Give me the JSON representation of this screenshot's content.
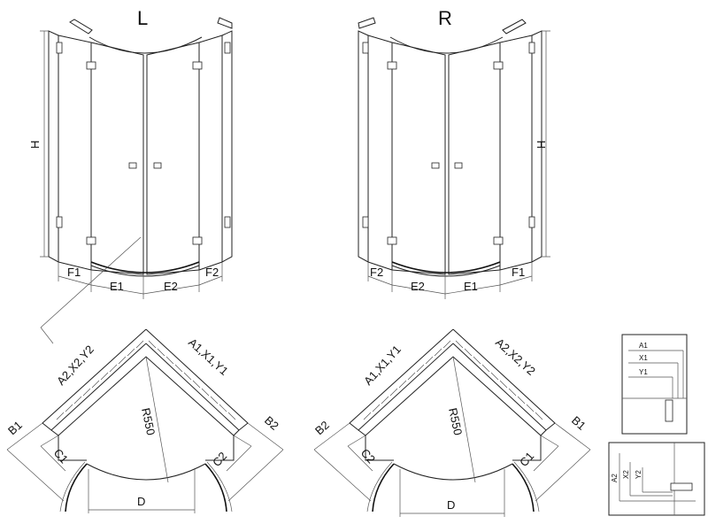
{
  "views": {
    "left": {
      "title": "L",
      "height_label": "H",
      "bottom_labels": [
        "F1",
        "E1",
        "E2",
        "F2"
      ],
      "plan": {
        "wall_left_label": "A2,X2,Y2",
        "wall_right_label": "A1,X1,Y1",
        "side_left_label": "B1",
        "side_right_label": "B2",
        "return_left_label": "C1",
        "return_right_label": "C2",
        "radius_label": "R550",
        "entry_label": "D"
      }
    },
    "right": {
      "title": "R",
      "height_label": "H",
      "bottom_labels": [
        "F2",
        "E2",
        "E1",
        "F1"
      ],
      "plan": {
        "wall_left_label": "A1,X1,Y1",
        "wall_right_label": "A2,X2,Y2",
        "side_left_label": "B2",
        "side_right_label": "B1",
        "return_left_label": "C2",
        "return_right_label": "C1",
        "radius_label": "R550",
        "entry_label": "D"
      }
    }
  },
  "details": {
    "top": [
      "A1",
      "X1",
      "Y1"
    ],
    "bottom": [
      "A2",
      "X2",
      "Y2"
    ]
  }
}
